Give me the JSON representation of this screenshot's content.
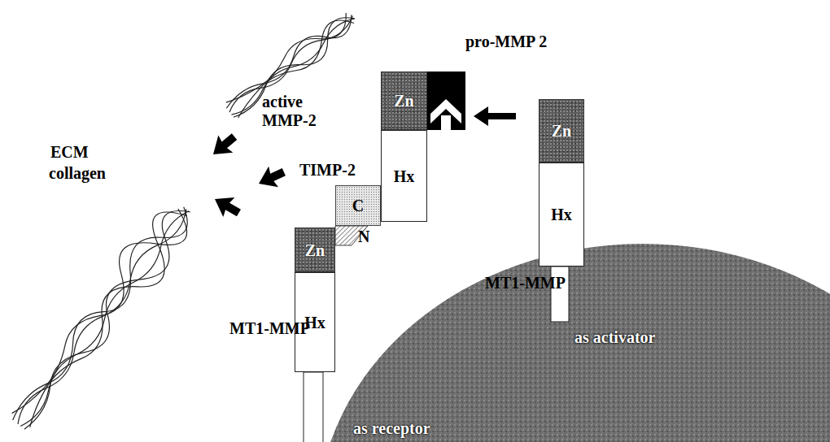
{
  "diagram": {
    "nodes": [
      {
        "text": [
          "Zn"
        ]
      },
      {
        "text": [
          "Hx"
        ]
      },
      {
        "text": [
          "C"
        ]
      },
      {
        "text": [
          "Zn"
        ]
      },
      {
        "text": [
          "Hx"
        ]
      },
      {
        "text": [
          "Zn"
        ]
      },
      {
        "text": [
          "Hx"
        ]
      }
    ],
    "labels": [
      "ECM",
      "collagen",
      "active MMP-2",
      "TIMP-2",
      "N",
      "pro-MMP 2",
      "MT1-MMP",
      "MT1-MMP",
      "as receptor",
      "as activator"
    ]
  }
}
